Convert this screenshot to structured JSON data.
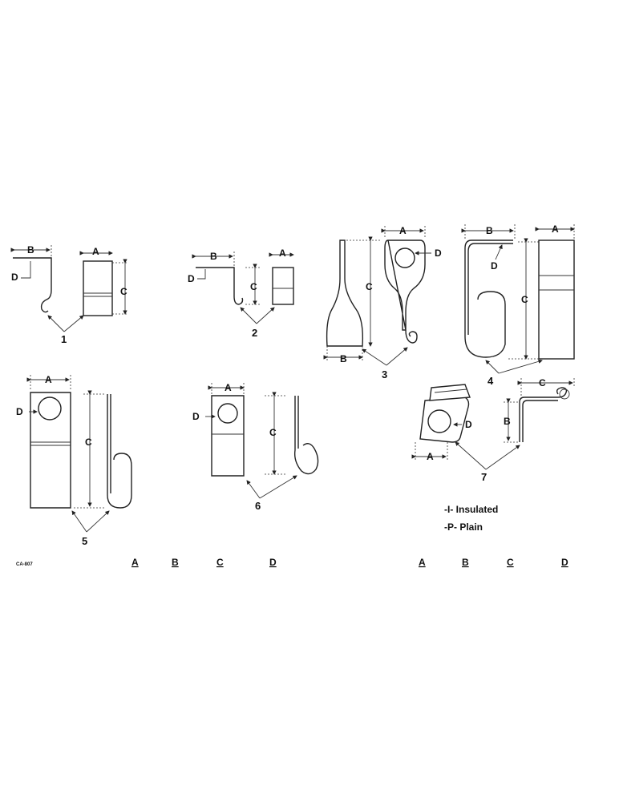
{
  "diagram": {
    "part_code": "CA-807",
    "dimension_labels": {
      "a": "A",
      "b": "B",
      "c": "C",
      "d": "D"
    },
    "callouts": [
      "1",
      "2",
      "3",
      "4",
      "5",
      "6",
      "7"
    ],
    "legend": {
      "insulated": "-I- Insulated",
      "plain": "-P- Plain"
    },
    "table_headers_left": [
      "A",
      "B",
      "C",
      "D"
    ],
    "table_headers_right": [
      "A",
      "B",
      "C",
      "D"
    ]
  }
}
